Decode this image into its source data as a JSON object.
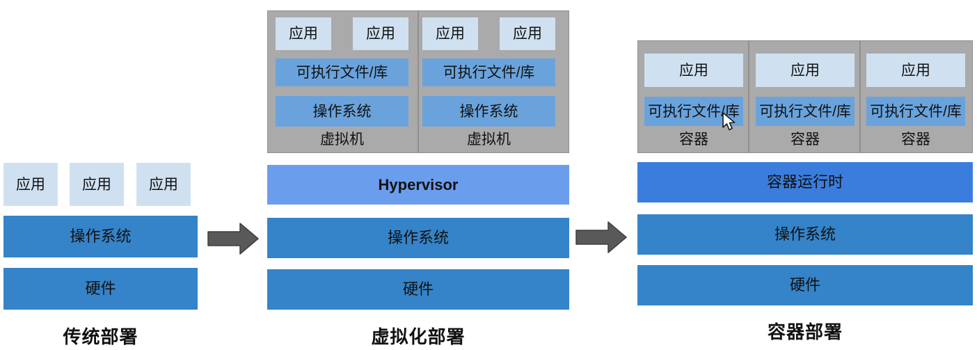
{
  "diagram": {
    "title_hidden": "",
    "colors": {
      "app": "#cfe1f0",
      "libs": "#6aa3dc",
      "os_bar": "#3583c8",
      "hardware": "#3583c8",
      "hypervisor": "#6b9ded",
      "container_runtime": "#3b7ddd",
      "group_gray": "#aaaaaa",
      "arrow_gray": "#595959",
      "background": "#ffffff"
    },
    "labels": {
      "app": "应用",
      "libs": "可执行文件/库",
      "os": "操作系统",
      "hardware": "硬件",
      "hypervisor": "Hypervisor",
      "vm": "虚拟机",
      "container": "容器",
      "container_runtime": "容器运行时"
    },
    "columns": [
      {
        "id": "traditional",
        "caption": "传统部署",
        "apps": [
          "应用",
          "应用",
          "应用"
        ],
        "bars": [
          {
            "label": "操作系统",
            "role": "os-bar"
          },
          {
            "label": "硬件",
            "role": "hw-bar"
          }
        ]
      },
      {
        "id": "virtualized",
        "caption": "虚拟化部署",
        "groups": [
          {
            "label": "虚拟机",
            "apps": [
              "应用",
              "应用"
            ],
            "rows": [
              {
                "label": "可执行文件/库",
                "role": "libs"
              },
              {
                "label": "操作系统",
                "role": "os-inner"
              }
            ]
          },
          {
            "label": "虚拟机",
            "apps": [
              "应用",
              "应用"
            ],
            "rows": [
              {
                "label": "可执行文件/库",
                "role": "libs"
              },
              {
                "label": "操作系统",
                "role": "os-inner"
              }
            ]
          }
        ],
        "bars": [
          {
            "label": "Hypervisor",
            "role": "hypervisor"
          },
          {
            "label": "操作系统",
            "role": "os-bar"
          },
          {
            "label": "硬件",
            "role": "hw-bar"
          }
        ]
      },
      {
        "id": "container",
        "caption": "容器部署",
        "groups": [
          {
            "label": "容器",
            "apps": [
              "应用"
            ],
            "rows": [
              {
                "label": "可执行文件/库",
                "role": "libs"
              }
            ]
          },
          {
            "label": "容器",
            "apps": [
              "应用"
            ],
            "rows": [
              {
                "label": "可执行文件/库",
                "role": "libs"
              }
            ]
          },
          {
            "label": "容器",
            "apps": [
              "应用"
            ],
            "rows": [
              {
                "label": "可执行文件/库",
                "role": "libs"
              }
            ]
          }
        ],
        "bars": [
          {
            "label": "容器运行时",
            "role": "runtime"
          },
          {
            "label": "操作系统",
            "role": "os-bar"
          },
          {
            "label": "硬件",
            "role": "hw-bar"
          }
        ]
      }
    ],
    "arrows": [
      {
        "id": "arrow-traditional-to-virtualized",
        "direction": "right"
      },
      {
        "id": "arrow-virtualized-to-container",
        "direction": "right"
      }
    ],
    "cursor": {
      "visible": true,
      "type": "arrow-pointer"
    }
  }
}
